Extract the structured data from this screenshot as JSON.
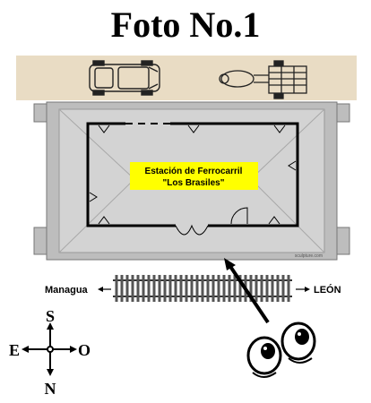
{
  "title": "Foto No.1",
  "station": {
    "line1": "Estación de Ferrocarril",
    "line2": "\"Los Brasiles\"",
    "highlight_color": "#ffff00"
  },
  "credit": "sculpture.com",
  "directions": {
    "left": "Managua",
    "right": "LEÓN"
  },
  "compass": {
    "north": "S",
    "south": "N",
    "west": "E",
    "east": "O"
  },
  "colors": {
    "road": "#e9dcc4",
    "platform": "#bdbdbd",
    "roof": "#d3d3d3",
    "wall": "#000000"
  },
  "icons": [
    "car-icon",
    "cart-icon",
    "arrow-icon",
    "eyes-icon",
    "compass-icon"
  ]
}
